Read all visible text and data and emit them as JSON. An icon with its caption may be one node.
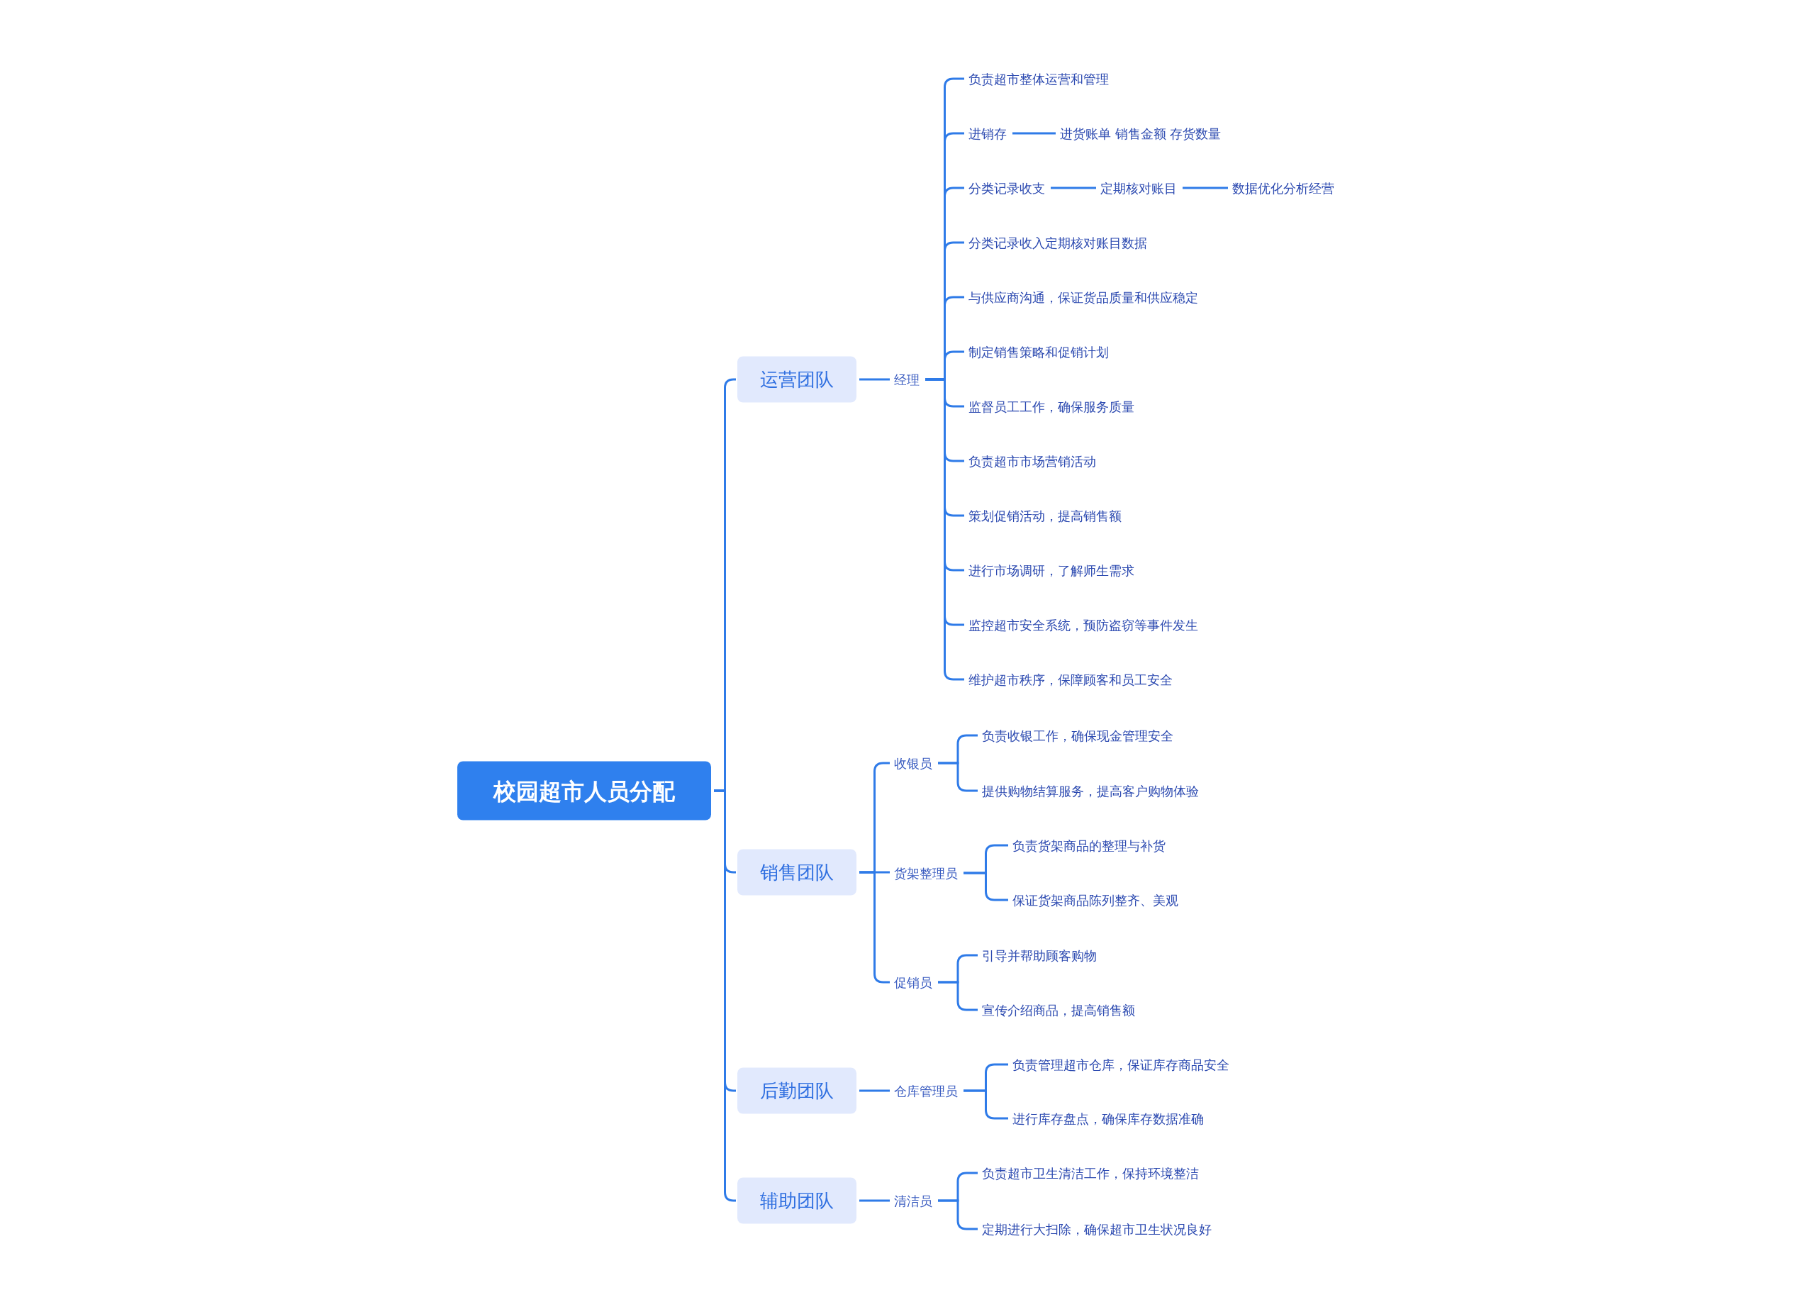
{
  "diagram": {
    "nodes": [
      {
        "text": [
          "校园超市人员分配"
        ]
      },
      {
        "text": [
          "运营团队"
        ]
      },
      {
        "text": [
          "经理"
        ]
      },
      {
        "text": [
          "负责超市整体运营和管理"
        ]
      },
      {
        "text": [
          "进销存"
        ]
      },
      {
        "text": [
          "进货账单 销售金额 存货数量"
        ]
      },
      {
        "text": [
          "分类记录收支"
        ]
      },
      {
        "text": [
          "定期核对账目"
        ]
      },
      {
        "text": [
          "数据优化分析经营"
        ]
      },
      {
        "text": [
          "分类记录收入定期核对账目数据"
        ]
      },
      {
        "text": [
          "与供应商沟通，保证货品质量和供应稳定"
        ]
      },
      {
        "text": [
          "制定销售策略和促销计划"
        ]
      },
      {
        "text": [
          "监督员工工作，确保服务质量"
        ]
      },
      {
        "text": [
          "负责超市市场营销活动"
        ]
      },
      {
        "text": [
          "策划促销活动，提高销售额"
        ]
      },
      {
        "text": [
          "进行市场调研，了解师生需求"
        ]
      },
      {
        "text": [
          "监控超市安全系统，预防盗窃等事件发生"
        ]
      },
      {
        "text": [
          "维护超市秩序，保障顾客和员工安全"
        ]
      },
      {
        "text": [
          "销售团队"
        ]
      },
      {
        "text": [
          "收银员"
        ]
      },
      {
        "text": [
          "负责收银工作，确保现金管理安全"
        ]
      },
      {
        "text": [
          "提供购物结算服务，提高客户购物体验"
        ]
      },
      {
        "text": [
          "货架整理员"
        ]
      },
      {
        "text": [
          "负责货架商品的整理与补货"
        ]
      },
      {
        "text": [
          "保证货架商品陈列整齐、美观"
        ]
      },
      {
        "text": [
          "促销员"
        ]
      },
      {
        "text": [
          "引导并帮助顾客购物"
        ]
      },
      {
        "text": [
          "宣传介绍商品，提高销售额"
        ]
      },
      {
        "text": [
          "后勤团队"
        ]
      },
      {
        "text": [
          "仓库管理员"
        ]
      },
      {
        "text": [
          "负责管理超市仓库，保证库存商品安全"
        ]
      },
      {
        "text": [
          "进行库存盘点，确保库存数据准确"
        ]
      },
      {
        "text": [
          "辅助团队"
        ]
      },
      {
        "text": [
          "清洁员"
        ]
      },
      {
        "text": [
          "负责超市卫生清洁工作，保持环境整洁"
        ]
      },
      {
        "text": [
          "定期进行大扫除，确保超市卫生状况良好"
        ]
      }
    ],
    "edges": [
      {
        "from": 0,
        "to": 1,
        "arrow": "none"
      },
      {
        "from": 1,
        "to": 2,
        "arrow": "none"
      },
      {
        "from": 2,
        "to": 3,
        "arrow": "none"
      },
      {
        "from": 2,
        "to": 4,
        "arrow": "none"
      },
      {
        "from": 4,
        "to": 5,
        "arrow": "none"
      },
      {
        "from": 2,
        "to": 6,
        "arrow": "none"
      },
      {
        "from": 6,
        "to": 7,
        "arrow": "none"
      },
      {
        "from": 7,
        "to": 8,
        "arrow": "none"
      },
      {
        "from": 2,
        "to": 9,
        "arrow": "none"
      },
      {
        "from": 2,
        "to": 10,
        "arrow": "none"
      },
      {
        "from": 2,
        "to": 11,
        "arrow": "none"
      },
      {
        "from": 2,
        "to": 12,
        "arrow": "none"
      },
      {
        "from": 2,
        "to": 13,
        "arrow": "none"
      },
      {
        "from": 2,
        "to": 14,
        "arrow": "none"
      },
      {
        "from": 2,
        "to": 15,
        "arrow": "none"
      },
      {
        "from": 2,
        "to": 16,
        "arrow": "none"
      },
      {
        "from": 2,
        "to": 17,
        "arrow": "none"
      },
      {
        "from": 0,
        "to": 18,
        "arrow": "none"
      },
      {
        "from": 18,
        "to": 19,
        "arrow": "none"
      },
      {
        "from": 19,
        "to": 20,
        "arrow": "none"
      },
      {
        "from": 19,
        "to": 21,
        "arrow": "none"
      },
      {
        "from": 18,
        "to": 22,
        "arrow": "none"
      },
      {
        "from": 22,
        "to": 23,
        "arrow": "none"
      },
      {
        "from": 22,
        "to": 24,
        "arrow": "none"
      },
      {
        "from": 18,
        "to": 25,
        "arrow": "none"
      },
      {
        "from": 25,
        "to": 26,
        "arrow": "none"
      },
      {
        "from": 25,
        "to": 27,
        "arrow": "none"
      },
      {
        "from": 0,
        "to": 28,
        "arrow": "none"
      },
      {
        "from": 28,
        "to": 29,
        "arrow": "none"
      },
      {
        "from": 29,
        "to": 30,
        "arrow": "none"
      },
      {
        "from": 29,
        "to": 31,
        "arrow": "none"
      },
      {
        "from": 0,
        "to": 32,
        "arrow": "none"
      },
      {
        "from": 32,
        "to": 33,
        "arrow": "none"
      },
      {
        "from": 33,
        "to": 34,
        "arrow": "none"
      },
      {
        "from": 33,
        "to": 35,
        "arrow": "none"
      }
    ]
  }
}
